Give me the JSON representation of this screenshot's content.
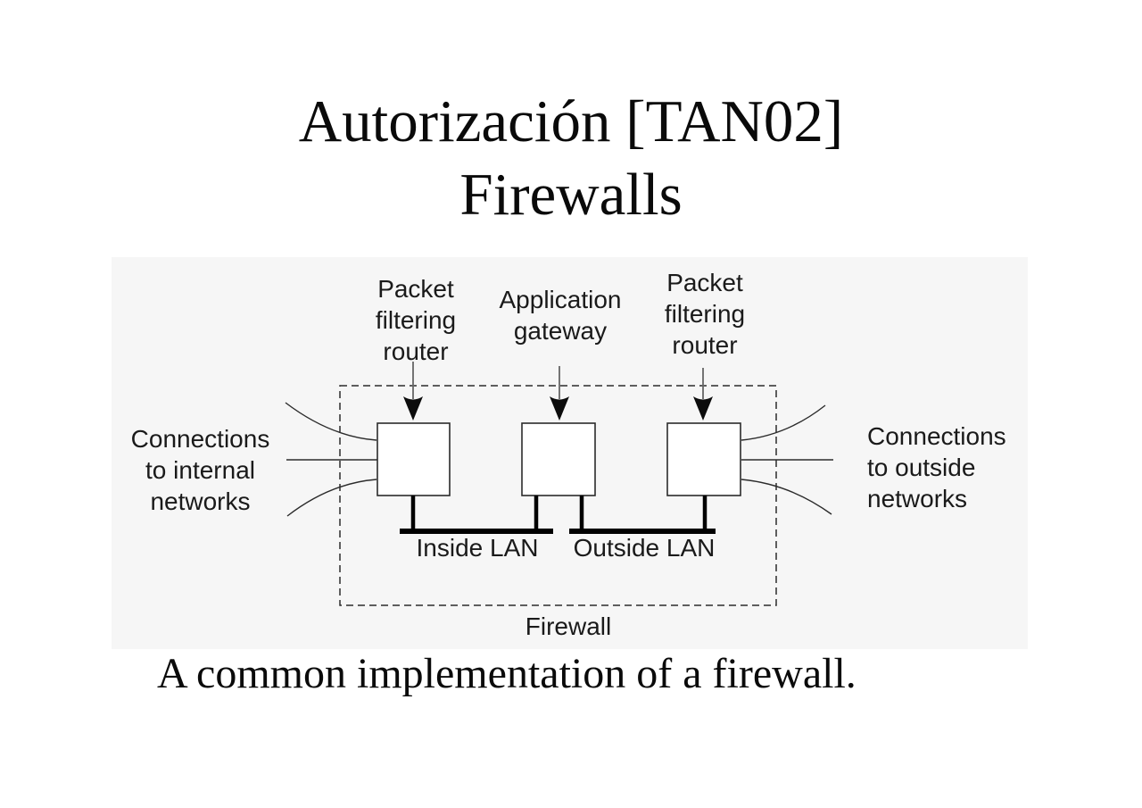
{
  "slide": {
    "title_line1": "Autorización [TAN02]",
    "title_line2": "Firewalls",
    "caption": "A common implementation of a firewall."
  },
  "diagram": {
    "labels": {
      "packet_filter_left": "Packet\nfiltering\nrouter",
      "application_gateway": "Application\ngateway",
      "packet_filter_right": "Packet\nfiltering\nrouter",
      "connections_internal": "Connections\nto internal\nnetworks",
      "connections_outside": "Connections\nto outside\nnetworks",
      "inside_lan": "Inside LAN",
      "outside_lan": "Outside LAN",
      "firewall": "Firewall"
    },
    "colors": {
      "background": "#f6f6f6",
      "line": "#2b2b2b",
      "arrow_shaft": "#666666",
      "arrow_head": "#0c0c0c",
      "bus": "#000000",
      "text": "#1a1a1a"
    }
  }
}
